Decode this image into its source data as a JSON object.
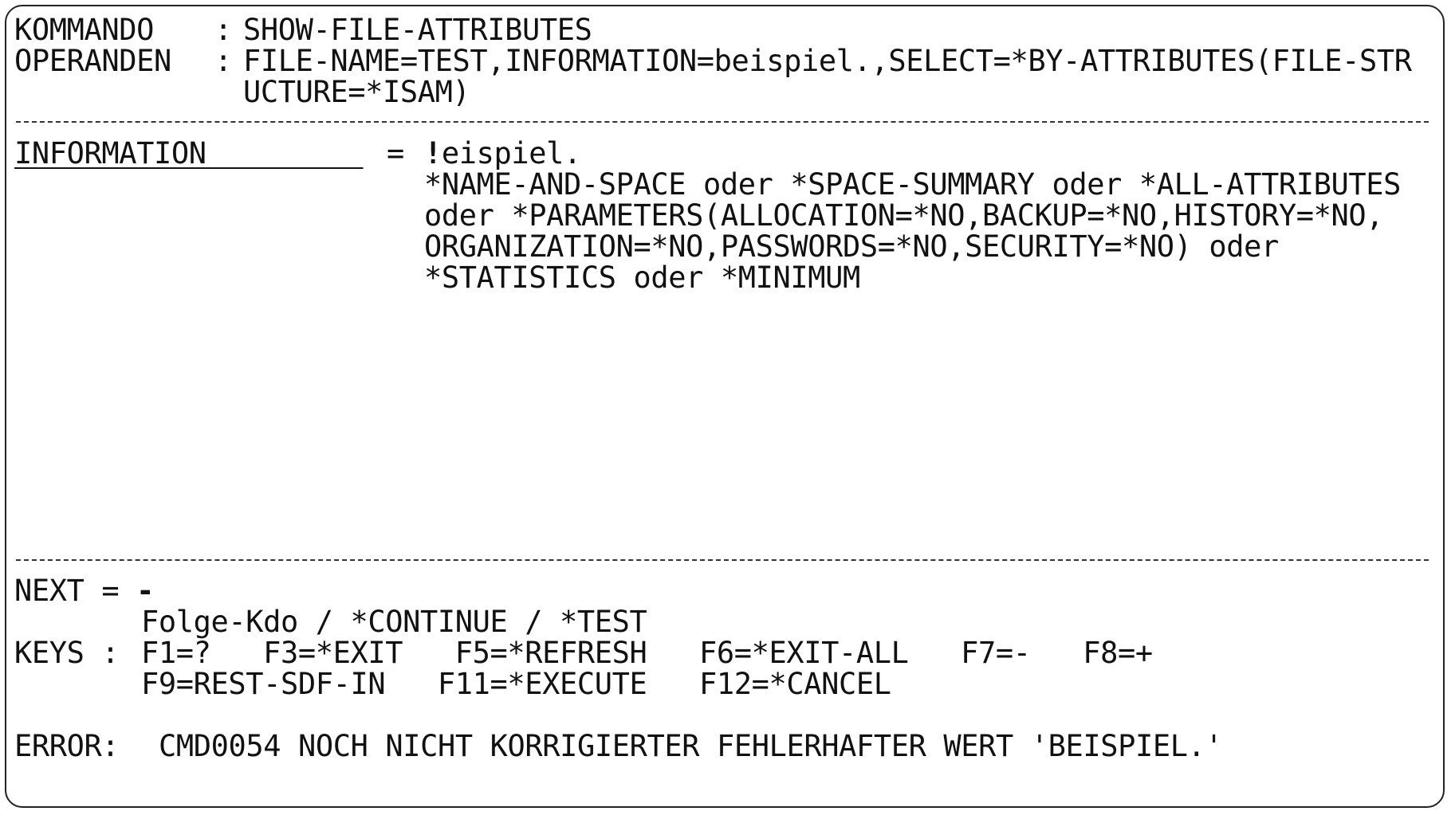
{
  "header": {
    "command_label": "KOMMANDO",
    "separator": ":",
    "command_value": "SHOW-FILE-ATTRIBUTES",
    "operands_label": "OPERANDEN",
    "operands_value_line1": "FILE-NAME=TEST,INFORMATION=beispiel.,SELECT=*BY-ATTRIBUTES(FILE-STR",
    "operands_value_line2": "UCTURE=*ISAM)"
  },
  "rules": {
    "dash_char": "-"
  },
  "operand": {
    "label": "INFORMATION         ",
    "equals": "=",
    "cursor_char": "!",
    "value_rest": "eispiel.",
    "help_lines": [
      "*NAME-AND-SPACE oder *SPACE-SUMMARY oder *ALL-ATTRIBUTES",
      "oder *PARAMETERS(ALLOCATION=*NO,BACKUP=*NO,HISTORY=*NO,",
      "ORGANIZATION=*NO,PASSWORDS=*NO,SECURITY=*NO) oder",
      "*STATISTICS oder *MINIMUM"
    ]
  },
  "footer": {
    "next_label": "NEXT = ",
    "next_value": "-",
    "next_hint": "Folge-Kdo / *CONTINUE / *TEST",
    "keys_label": "KEYS : ",
    "keys_line1": "F1=?   F3=*EXIT   F5=*REFRESH   F6=*EXIT-ALL   F7=-   F8=+",
    "keys_line2": "F9=REST-SDF-IN   F11=*EXECUTE   F12=*CANCEL",
    "error_label": "ERROR:",
    "error_message": "CMD0054 NOCH NICHT KORRIGIERTER FEHLERHAFTER WERT 'BEISPIEL.'"
  }
}
